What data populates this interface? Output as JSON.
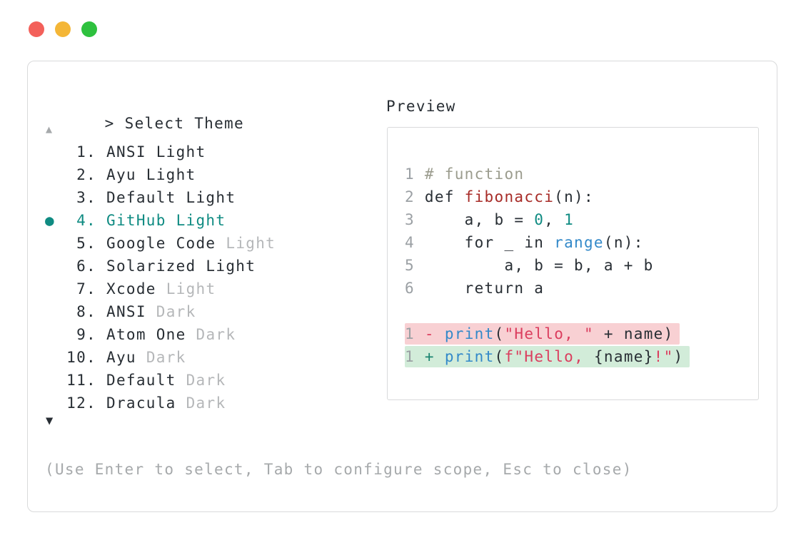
{
  "window": {
    "controls": [
      "close",
      "minimize",
      "zoom"
    ]
  },
  "theme_picker": {
    "prompt": ">",
    "title": "Select Theme",
    "scroll_up_icon": "▲",
    "scroll_down_icon": "▼",
    "selected_marker": "●",
    "items": [
      {
        "num": "1",
        "label": "ANSI Light",
        "muted_suffix": "",
        "selected": false
      },
      {
        "num": "2",
        "label": "Ayu Light",
        "muted_suffix": "",
        "selected": false
      },
      {
        "num": "3",
        "label": "Default Light",
        "muted_suffix": "",
        "selected": false
      },
      {
        "num": "4",
        "label": "GitHub Light",
        "muted_suffix": "",
        "selected": true
      },
      {
        "num": "5",
        "label": "Google Code",
        "muted_suffix": "Light",
        "selected": false
      },
      {
        "num": "6",
        "label": "Solarized Light",
        "muted_suffix": "",
        "selected": false
      },
      {
        "num": "7",
        "label": "Xcode",
        "muted_suffix": "Light",
        "selected": false
      },
      {
        "num": "8",
        "label": "ANSI",
        "muted_suffix": "Dark",
        "selected": false
      },
      {
        "num": "9",
        "label": "Atom One",
        "muted_suffix": "Dark",
        "selected": false
      },
      {
        "num": "10",
        "label": "Ayu",
        "muted_suffix": "Dark",
        "selected": false
      },
      {
        "num": "11",
        "label": "Default",
        "muted_suffix": "Dark",
        "selected": false
      },
      {
        "num": "12",
        "label": "Dracula",
        "muted_suffix": "Dark",
        "selected": false
      }
    ],
    "help_text": "(Use Enter to select, Tab to configure scope, Esc to close)"
  },
  "preview": {
    "title": "Preview",
    "lines": [
      {
        "kind": "code",
        "segments": [
          {
            "t": "1",
            "c": "ln"
          },
          {
            "t": " ",
            "c": "plain"
          },
          {
            "t": "# function",
            "c": "comment"
          }
        ]
      },
      {
        "kind": "code",
        "segments": [
          {
            "t": "2",
            "c": "ln"
          },
          {
            "t": " def ",
            "c": "plain"
          },
          {
            "t": "fibonacci",
            "c": "func"
          },
          {
            "t": "(n):",
            "c": "plain"
          }
        ]
      },
      {
        "kind": "code",
        "segments": [
          {
            "t": "3",
            "c": "ln"
          },
          {
            "t": "     a, b = ",
            "c": "plain"
          },
          {
            "t": "0",
            "c": "num"
          },
          {
            "t": ", ",
            "c": "plain"
          },
          {
            "t": "1",
            "c": "num"
          }
        ]
      },
      {
        "kind": "code",
        "segments": [
          {
            "t": "4",
            "c": "ln"
          },
          {
            "t": "     for _ in ",
            "c": "plain"
          },
          {
            "t": "range",
            "c": "builtin"
          },
          {
            "t": "(n):",
            "c": "plain"
          }
        ]
      },
      {
        "kind": "code",
        "segments": [
          {
            "t": "5",
            "c": "ln"
          },
          {
            "t": "         a, b = b, a + b",
            "c": "plain"
          }
        ]
      },
      {
        "kind": "code",
        "segments": [
          {
            "t": "6",
            "c": "ln"
          },
          {
            "t": "     return a",
            "c": "plain"
          }
        ]
      },
      {
        "kind": "blank",
        "segments": []
      },
      {
        "kind": "del",
        "segments": [
          {
            "t": "1",
            "c": "ln"
          },
          {
            "t": " ",
            "c": "plain"
          },
          {
            "t": "-",
            "c": "minus"
          },
          {
            "t": " ",
            "c": "plain"
          },
          {
            "t": "print",
            "c": "builtin"
          },
          {
            "t": "(",
            "c": "plain"
          },
          {
            "t": "\"Hello, \"",
            "c": "string"
          },
          {
            "t": " + name)",
            "c": "plain"
          }
        ]
      },
      {
        "kind": "add",
        "segments": [
          {
            "t": "1",
            "c": "ln"
          },
          {
            "t": " ",
            "c": "plain"
          },
          {
            "t": "+",
            "c": "plus"
          },
          {
            "t": " ",
            "c": "plain"
          },
          {
            "t": "print",
            "c": "builtin"
          },
          {
            "t": "(",
            "c": "plain"
          },
          {
            "t": "f\"Hello, ",
            "c": "string"
          },
          {
            "t": "{name}",
            "c": "plain"
          },
          {
            "t": "!\"",
            "c": "string"
          },
          {
            "t": ")",
            "c": "plain"
          }
        ]
      }
    ]
  },
  "colors": {
    "accent_teal": "#0f8b82",
    "ink": "#282e34",
    "muted": "#a6a9ab",
    "muted_light": "#b5b7b9",
    "line_number": "#9ba0a4",
    "comment": "#9b9c8e",
    "function_name": "#a72b27",
    "builtin": "#3389c9",
    "string": "#db3d5e",
    "diff_minus": "#db3d5e",
    "diff_plus": "#1b8470",
    "diff_del_bg": "#f8d0d3",
    "diff_add_bg": "#d2ecd9",
    "traffic_red": "#f3605a",
    "traffic_yellow": "#f4b637",
    "traffic_green": "#2ec13e",
    "border": "#d9dadb"
  }
}
